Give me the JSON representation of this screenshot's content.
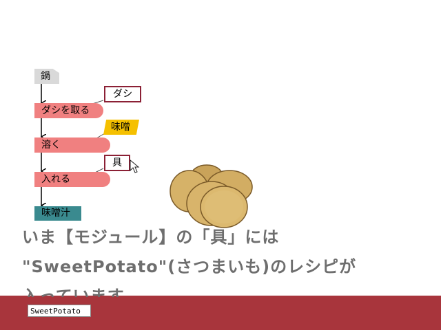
{
  "flow": {
    "pot_label": "鍋",
    "steps": [
      {
        "label": "ダシを取る"
      },
      {
        "label": "溶く"
      },
      {
        "label": "入れる"
      }
    ],
    "inputs": {
      "dashi": "ダシ",
      "miso": "味噌",
      "gu": "具"
    },
    "result_label": "味噌汁"
  },
  "image": {
    "icon": "sweet-potato-slices"
  },
  "caption": {
    "line1": "いま【モジュール】の「具」には",
    "line2": "\"SweetPotato\"(さつまいも)のレシピが",
    "line3": "入っています。"
  },
  "module_input": {
    "value": "SweetPotato"
  },
  "colors": {
    "action": "#f08080",
    "variable_border": "#8b2035",
    "constant": "#f5c000",
    "result": "#3a8a8f",
    "bottom_bar": "#a8353c"
  }
}
